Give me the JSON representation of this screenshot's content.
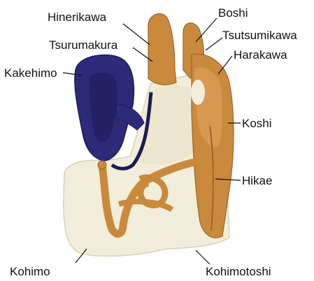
{
  "labels": {
    "hinerikawa": "Hinerikawa",
    "boshi": "Boshi",
    "tsurumakura": "Tsurumakura",
    "tsutsumikawa": "Tsutsumikawa",
    "harakawa": "Harakawa",
    "kakehimo": "Kakehimo",
    "koshi": "Koshi",
    "hikae": "Hikae",
    "kohimo": "Kohimo",
    "kohimotoshi": "Kohimotoshi"
  },
  "colors": {
    "leather": "#c98a3e",
    "leather_dark": "#a0652a",
    "cream": "#f3eedb",
    "cream_shade": "#d9d1b8",
    "strap_purple": "#2e2a7a",
    "strap_dark": "#1d1a55"
  }
}
